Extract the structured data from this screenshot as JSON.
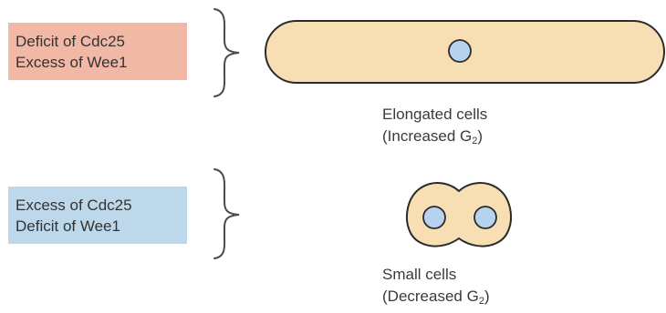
{
  "colors": {
    "deficit_box": "#f2b8a6",
    "excess_box": "#bcd8ea",
    "cell_fill": "#f8dfb3",
    "cell_stroke": "#2b2b2b",
    "nucleus_fill": "#b7d2ee"
  },
  "top_condition": {
    "line1": "Deficit of Cdc25",
    "line2": "Excess of Wee1"
  },
  "bottom_condition": {
    "line1": "Excess of Cdc25",
    "line2": "Deficit of Wee1"
  },
  "top_result": {
    "line1": "Elongated cells",
    "line2_prefix": "(Increased G",
    "line2_sub": "2",
    "line2_suffix": ")"
  },
  "bottom_result": {
    "line1": "Small cells",
    "line2_prefix": "(Decreased G",
    "line2_sub": "2",
    "line2_suffix": ")"
  }
}
